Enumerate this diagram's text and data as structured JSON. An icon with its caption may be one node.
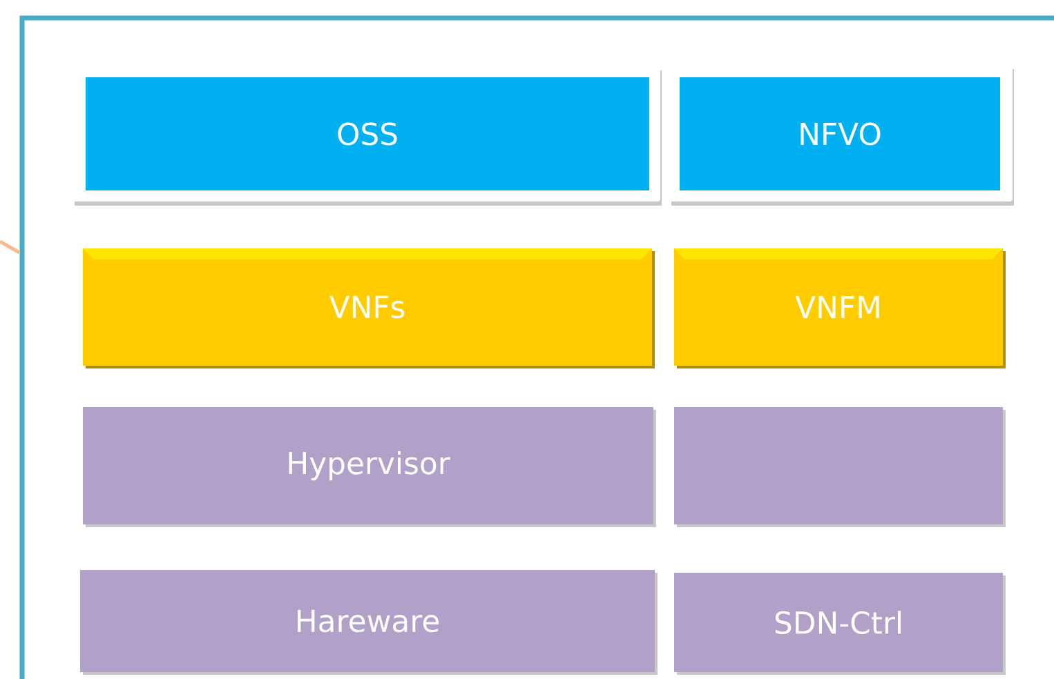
{
  "diagram": {
    "nodes": [
      {
        "text": [
          "OSS"
        ]
      },
      {
        "text": [
          "NFVO"
        ]
      },
      {
        "text": [
          "VNFs"
        ]
      },
      {
        "text": [
          "VNFM"
        ]
      },
      {
        "text": [
          "Hypervisor"
        ]
      },
      {
        "text": [],
        "shape": "box"
      },
      {
        "text": [
          "Hareware"
        ]
      },
      {
        "text": [
          "SDN-Ctrl"
        ]
      }
    ]
  }
}
